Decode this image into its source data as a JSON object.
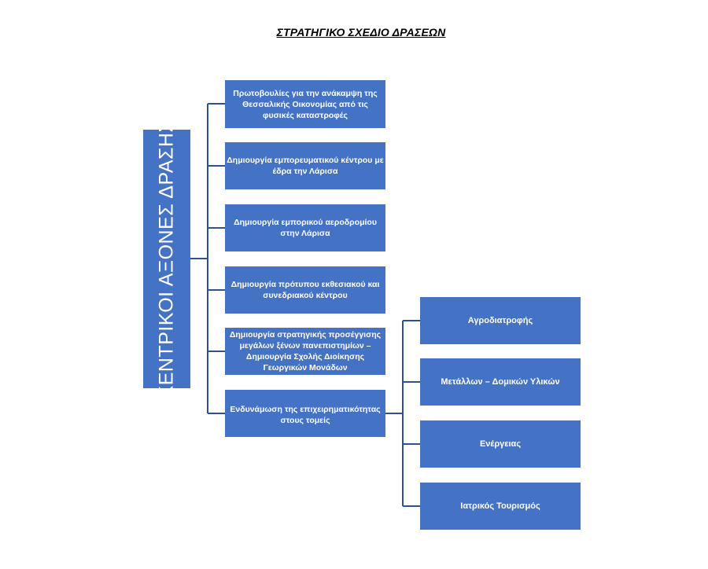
{
  "title": "ΣΤΡΑΤΗΓΙΚΟ ΣΧΕΔΙΟ ΔΡΑΣΕΩΝ",
  "root": "ΚΕΝΤΡΙΚΟΙ ΑΞΟΝΕΣ ΔΡΑΣΗΣ",
  "axes": [
    "Πρωτοβουλίες για την ανάκαμψη της Θεσσαλικής Οικονομίας από τις φυσικές καταστροφές",
    "Δημιουργία εμπορευματικού κέντρου με έδρα την Λάρισα",
    "Δημιουργία εμπορικού αεροδρομίου στην Λάρισα",
    "Δημιουργία πρότυπου εκθεσιακού και συνεδριακού κέντρου",
    "Δημιουργία στρατηγικής προσέγγισης μεγάλων ξένων πανεπιστημίων – Δημιουργία Σχολής Διοίκησης Γεωργικών Μονάδων",
    "Ενδυνάμωση της επιχειρηματικότητας στους τομείς"
  ],
  "sectors": [
    "Αγροδιατροφής",
    "Μετάλλων – Δομικών Υλικών",
    "Ενέργειας",
    "Ιατρικός Τουρισμός"
  ],
  "colors": {
    "box_fill": "#4472C4",
    "connector": "#2F528F",
    "box_text": "#ffffff"
  }
}
